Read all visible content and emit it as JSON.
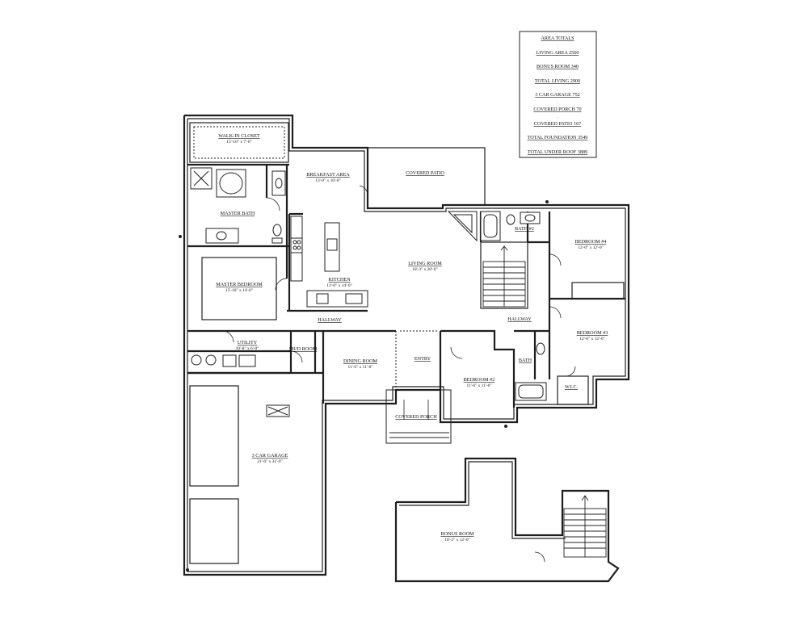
{
  "area_totals": {
    "title": "AREA TOTALS",
    "rows": [
      "LIVING AREA  2560",
      "BONUS ROOM  340",
      "TOTAL LIVING  2900",
      "3 CAR GARAGE  752",
      "COVERED PORCH  70",
      "COVERED PATIO  167",
      "TOTAL FOUNDATION  3549",
      "TOTAL UNDER ROOF  3889"
    ]
  },
  "rooms": {
    "walk_in_closet": {
      "name": "WALK-IN CLOSET",
      "dims": "15'-10\" x 7'-0\""
    },
    "breakfast_area": {
      "name": "BREAKFAST AREA",
      "dims": "13'-0\" x 10'-0\""
    },
    "covered_patio": {
      "name": "COVERED PATIO",
      "dims": ""
    },
    "master_bath": {
      "name": "MASTER BATH",
      "dims": ""
    },
    "bath2": {
      "name": "BATH #2",
      "dims": ""
    },
    "bedroom4": {
      "name": "BEDROOM #4",
      "dims": "12'-0\" x 12'-0\""
    },
    "living_room": {
      "name": "LIVING ROOM",
      "dims": "18'-3\" x 20'-0\""
    },
    "kitchen": {
      "name": "KITCHEN",
      "dims": "13'-0\" x 14'-0\""
    },
    "master_bedroom": {
      "name": "MASTER BEDROOM",
      "dims": "15'-10\" x 14'-0\""
    },
    "hallway_left": {
      "name": "HALLWAY",
      "dims": ""
    },
    "hallway_right": {
      "name": "HALLWAY",
      "dims": ""
    },
    "bedroom3": {
      "name": "BEDROOM #3",
      "dims": "12'-0\" x 12'-0\""
    },
    "utility": {
      "name": "UTILITY",
      "dims": "10'-8\" x 6'-0\""
    },
    "mud_room": {
      "name": "MUD ROOM",
      "dims": ""
    },
    "dining_room": {
      "name": "DINING ROOM",
      "dims": "11'-6\" x 11'-0\""
    },
    "entry": {
      "name": "ENTRY",
      "dims": ""
    },
    "bath": {
      "name": "BATH",
      "dims": ""
    },
    "bedroom2": {
      "name": "BEDROOM #2",
      "dims": "11'-6\" x 11'-6\""
    },
    "wic": {
      "name": "W.I.C.",
      "dims": ""
    },
    "covered_porch": {
      "name": "COVERED PORCH",
      "dims": ""
    },
    "garage": {
      "name": "3 CAR GARAGE",
      "dims": "21'-6\" x 31'-0\""
    },
    "bonus_room": {
      "name": "BONUS ROOM",
      "dims": "18'-2\" x 12'-0\""
    }
  }
}
